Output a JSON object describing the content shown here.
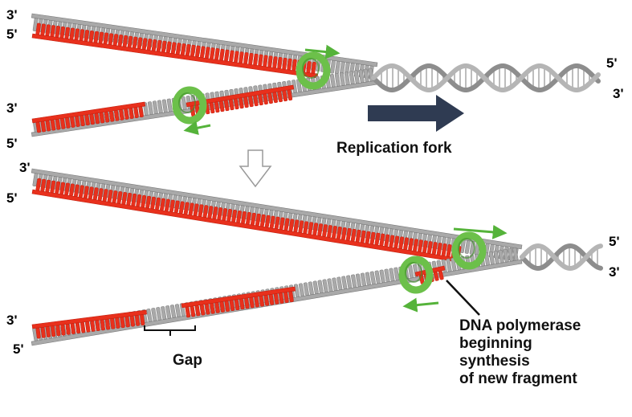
{
  "colors": {
    "template_strand": "#a9a9a9",
    "template_edge": "#7a7a7a",
    "new_strand": "#e8301c",
    "new_strand_dark": "#c42010",
    "polymerase": "#6cc04a",
    "polymerase_dark": "#3f8f2a",
    "end_label": "#b0197a",
    "fork_arrow": "#2f3b52",
    "step_arrow_fill": "#ffffff",
    "step_arrow_stroke": "#9a9a9a",
    "direction_arrow": "#55b33a",
    "text": "#111111"
  },
  "panel_top": {
    "ends_left": [
      "3'",
      "5'",
      "3'",
      "5'"
    ],
    "ends_right": [
      "5'",
      "3'"
    ],
    "fork_label": "Replication fork"
  },
  "panel_bottom": {
    "ends_left": [
      "3'",
      "5'",
      "3'",
      "5'"
    ],
    "ends_right": [
      "5'",
      "3'"
    ],
    "gap_label": "Gap",
    "polymerase_label": [
      "DNA polymerase",
      "beginning",
      "synthesis",
      "of new fragment"
    ]
  },
  "icons": {
    "polymerase": "polymerase-clamp-icon",
    "fork_direction": "fork-direction-arrow-icon",
    "step": "next-step-arrow-icon"
  }
}
